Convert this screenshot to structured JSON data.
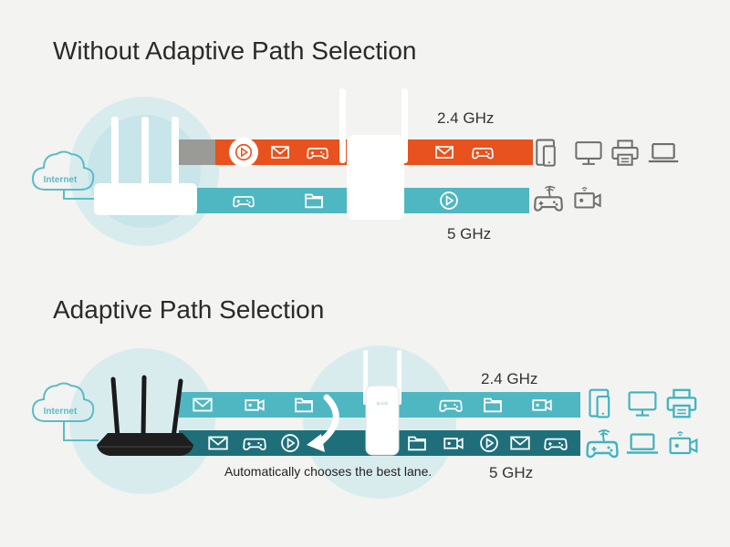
{
  "sections": {
    "top": {
      "title": "Without Adaptive Path Selection",
      "band_24": "2.4 GHz",
      "band_5": "5 GHz",
      "cloud_label": "Internet"
    },
    "bottom": {
      "title": "Adaptive Path Selection",
      "band_24": "2.4 GHz",
      "band_5": "5 GHz",
      "cloud_label": "Internet",
      "caption": "Automatically chooses the best lane."
    }
  },
  "colors": {
    "orange_lane": "#e8521e",
    "teal_lane": "#4fb7c2",
    "dark_teal_lane": "#1e6f7a",
    "icon_teal": "#3fb3c1",
    "halo": "#cfe9ec",
    "device_gray": "#6f6f6f"
  },
  "icons": {
    "top_orange_lane": [
      "play-icon",
      "mail-icon",
      "gamepad-icon",
      "mail-icon",
      "gamepad-icon"
    ],
    "top_teal_lane": [
      "gamepad-icon",
      "folder-icon",
      "play-icon"
    ],
    "bottom_upper_lane": [
      "mail-icon",
      "camera-icon",
      "folder-icon",
      "gamepad-icon",
      "folder-icon",
      "camera-icon"
    ],
    "bottom_lower_lane": [
      "mail-icon",
      "gamepad-icon",
      "play-icon",
      "folder-icon",
      "camera-icon",
      "play-icon",
      "mail-icon",
      "gamepad-icon"
    ],
    "top_devices_24": [
      "phone-tablet-icon",
      "monitor-icon",
      "printer-icon",
      "laptop-icon"
    ],
    "top_devices_5": [
      "game-controller-icon",
      "security-camera-icon"
    ],
    "bottom_devices_24": [
      "phone-tablet-icon",
      "monitor-icon",
      "printer-icon"
    ],
    "bottom_devices_5": [
      "game-controller-icon",
      "laptop-icon",
      "security-camera-icon"
    ]
  }
}
